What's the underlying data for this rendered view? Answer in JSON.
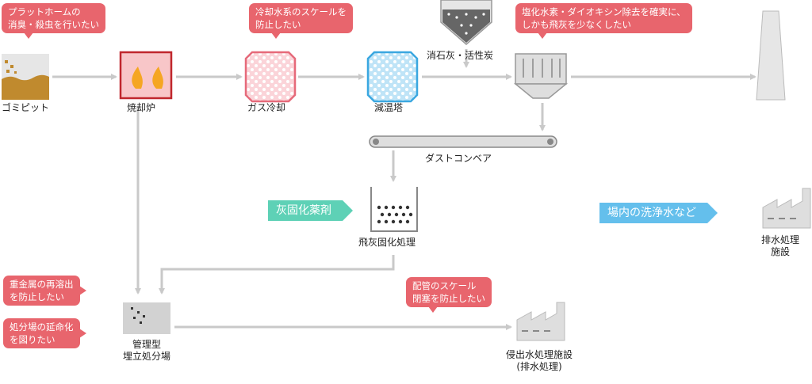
{
  "nodes": {
    "pit": "ゴミピット",
    "furnace": "焼却炉",
    "gas_cooling": "ガス冷却",
    "cooling_tower": "減温塔",
    "lime": "消石灰・活性炭",
    "dust_conveyor": "ダストコンベア",
    "fly_ash": "飛灰固化処理",
    "landfill_line1": "管理型",
    "landfill_line2": "埋立処分場",
    "leachate_line1": "侵出水処理施設",
    "leachate_line2": "(排水処理)",
    "drainage_line1": "排水処理",
    "drainage_line2": "施設"
  },
  "callouts": {
    "platform_line1": "プラットホームの",
    "platform_line2": "消臭・殺虫を行いたい",
    "scale_line1": "冷却水系のスケールを",
    "scale_line2": "防止したい",
    "hcl_line1": "塩化水素・ダイオキシン除去を確実に、",
    "hcl_line2": "しかも飛灰を少なくしたい",
    "metal_line1": "重金属の再溶出",
    "metal_line2": "を防止したい",
    "life_line1": "処分場の延命化",
    "life_line2": "を図りたい",
    "pipe_line1": "配管のスケール",
    "pipe_line2": "閉塞を防止したい"
  },
  "tags": {
    "ash_agent": "灰固化薬剤",
    "wash_water": "場内の洗浄水など"
  },
  "colors": {
    "callout": "#e8656d",
    "arrow": "#c9c9c9",
    "furnace_border": "#c0272d",
    "flame": "#f5a623",
    "green_tag": "#5ed1b6",
    "blue_tag": "#64bfec",
    "cooling_tower": "#3aa7e0",
    "gas_cooling": "#e66a7a"
  }
}
